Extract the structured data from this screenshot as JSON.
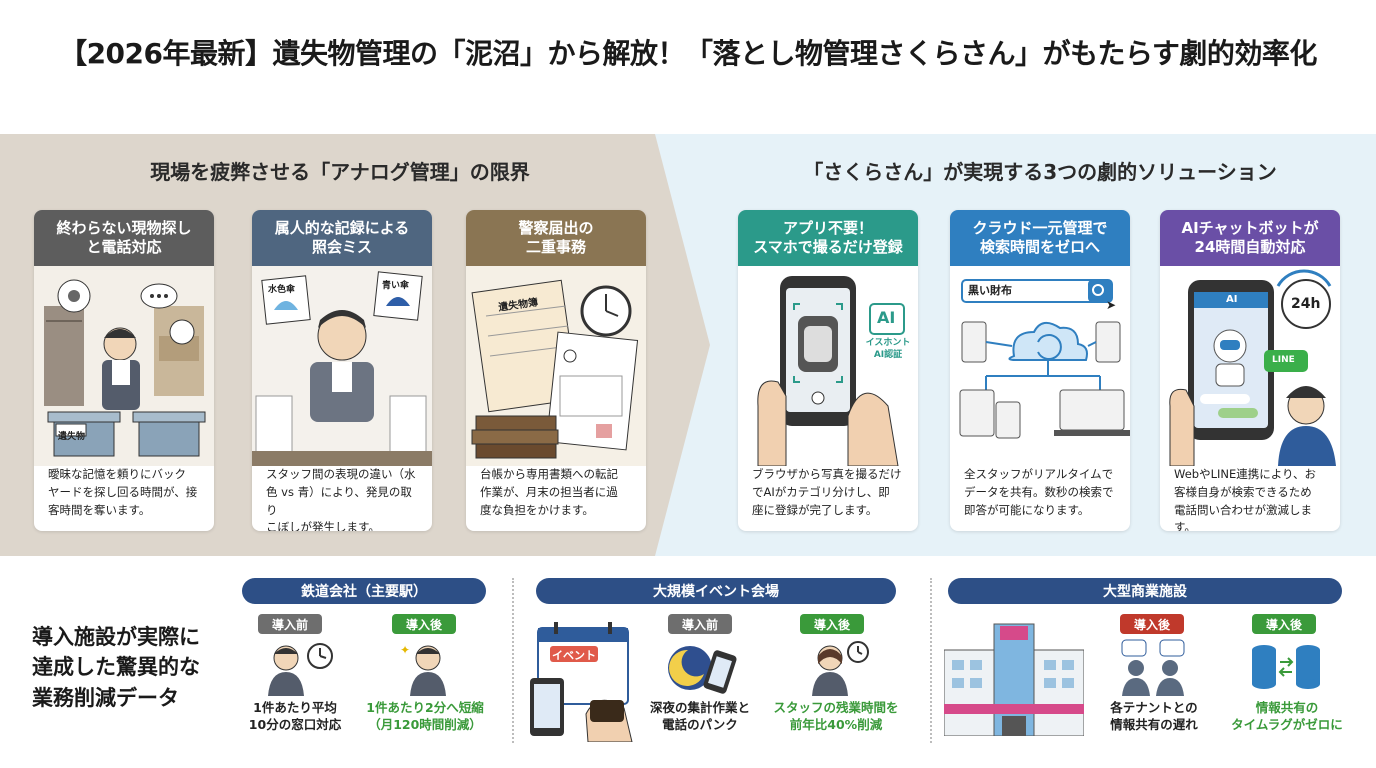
{
  "title": "【2026年最新】遺失物管理の「泥沼」から解放！「落とし物管理さくらさん」がもたらす劇的効率化",
  "left_section": {
    "heading": "現場を疲弊させる「アナログ管理」の限界",
    "cards": [
      {
        "title": "終わらない現物探し\nと電話対応",
        "color": "#5d5d5d",
        "label_box": "遺失物",
        "text": "曖昧な記憶を頼りにバック\nヤードを探し回る時間が、接\n客時間を奪います。"
      },
      {
        "title": "属人的な記録による\n照会ミス",
        "color": "#4f6680",
        "sign1": "水色傘",
        "sign2": "青い傘",
        "text": "スタッフ間の表現の違い（水\n色 vs 青）により、発見の取り\nこぼしが発生します。"
      },
      {
        "title": "警察届出の\n二重事務",
        "color": "#8a7553",
        "ledger": "遺失物簿",
        "text": "台帳から専用書類への転記\n作業が、月末の担当者に過\n度な負担をかけます。"
      }
    ]
  },
  "right_section": {
    "heading": "「さくらさん」が実現する3つの劇的ソリューション",
    "cards": [
      {
        "title": "アプリ不要！\nスマホで撮るだけ登録",
        "color": "#2b9a8a",
        "ai_badge": "AI",
        "ai_caption": "イスホント\nAI認証",
        "text": "ブラウザから写真を撮るだけ\nでAIがカテゴリ分けし、即\n座に登録が完了します。"
      },
      {
        "title": "クラウド一元管理で\n検索時間をゼロへ",
        "color": "#2f7fc0",
        "search_text": "黒い財布",
        "text": "全スタッフがリアルタイムで\nデータを共有。数秒の検索で\n即答が可能になります。"
      },
      {
        "title": "AIチャットボットが\n24時間自動対応",
        "color": "#6a4fa6",
        "chat_label": "AI",
        "clock_label": "24h",
        "line_label": "LINE",
        "text": "WebやLINE連携により、お\n客様自身が検索できるため\n電話問い合わせが激減します。"
      }
    ]
  },
  "bottom": {
    "label": "導入施設が実際に\n達成した驚異的な\n業務削減データ",
    "railway": {
      "name": "鉄道会社（主要駅）",
      "before_tag": "導入前",
      "after_tag": "導入後",
      "before_text": "1件あたり平均\n10分の窓口対応",
      "after_text": "1件あたり2分へ短縮\n（月120時間削減）"
    },
    "event": {
      "name": "大規模イベント会場",
      "before_tag": "導入前",
      "after_tag": "導入後",
      "calendar_label": "イベント",
      "before_text": "深夜の集計作業と\n電話のパンク",
      "after_text": "スタッフの残業時間を\n前年比40%削減"
    },
    "mall": {
      "name": "大型商業施設",
      "before_tag": "導入後",
      "after_tag": "導入後",
      "before_text": "各テナントとの\n情報共有の遅れ",
      "after_text": "情報共有の\nタイムラグがゼロに"
    }
  }
}
